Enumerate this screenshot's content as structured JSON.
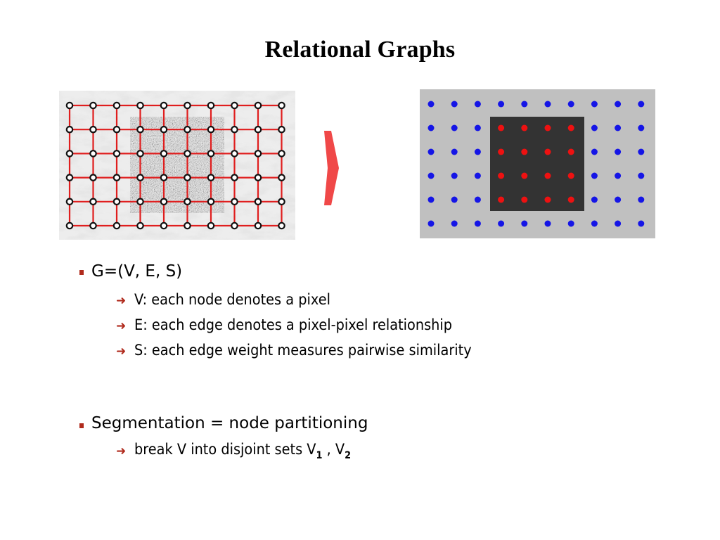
{
  "slide": {
    "title": "Relational Graphs"
  },
  "diagram": {
    "grid_rows": 6,
    "grid_cols": 10,
    "highlight_rows": [
      1,
      4
    ],
    "highlight_cols": [
      3,
      6
    ],
    "colors": {
      "edge": "#e01e1e",
      "node_fill": "#ffffff",
      "node_stroke": "#111111",
      "marble_bg": "#e6e6e6",
      "noise_patch": "#8a8a8a",
      "right_bg": "#c0c0c0",
      "right_patch": "#333333",
      "node_blue": "#1515e6",
      "node_red": "#ee1111",
      "arrow": "#f04848"
    }
  },
  "bullets": [
    {
      "text": "G=(V, E, S)",
      "subs": [
        {
          "text": "V: each node denotes a pixel"
        },
        {
          "text": "E: each edge denotes a pixel-pixel relationship"
        },
        {
          "text": "S: each edge weight measures pairwise similarity"
        }
      ]
    },
    {
      "text": "Segmentation = node partitioning",
      "subs": [
        {
          "prefix": "break V into disjoint sets V",
          "sub1": "1",
          "middle": " , V",
          "sub2": "2"
        }
      ]
    }
  ]
}
